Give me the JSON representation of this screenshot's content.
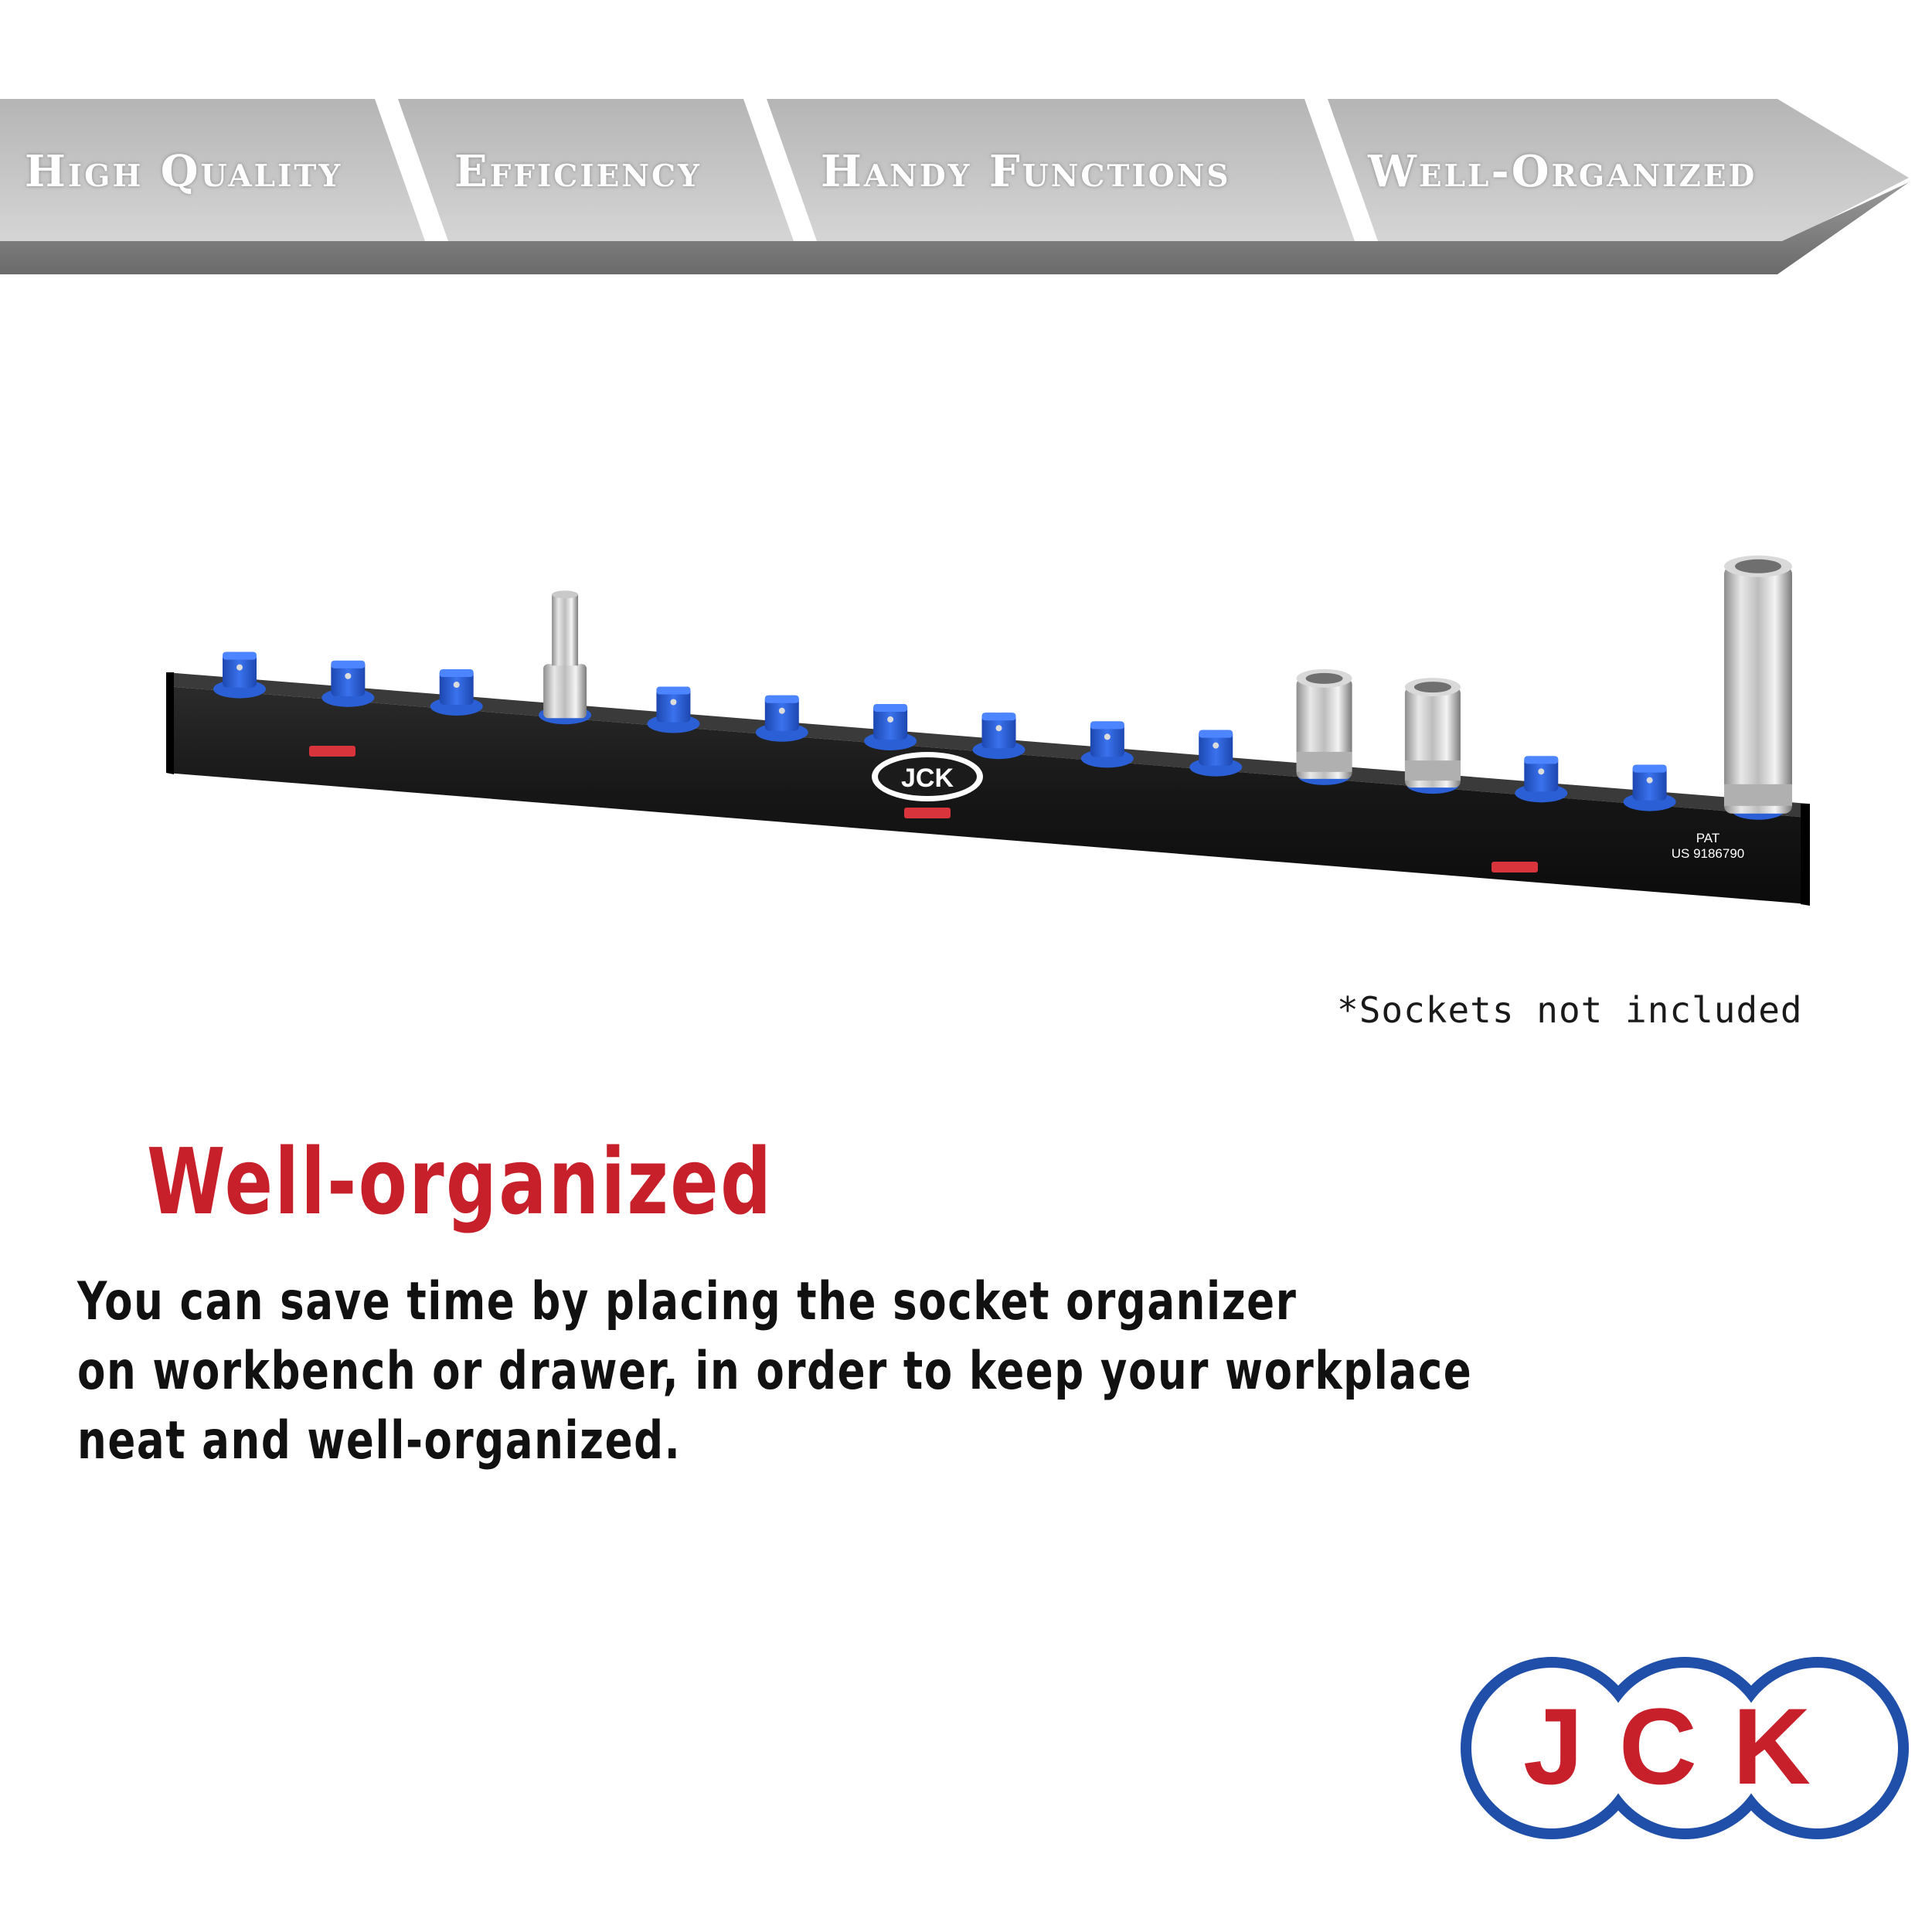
{
  "banner": {
    "tabs": [
      {
        "label": "High Quality"
      },
      {
        "label": "Efficiency"
      },
      {
        "label": "Handy Functions"
      },
      {
        "label": "Well-Organized"
      }
    ]
  },
  "product": {
    "rail_logo": "JCK",
    "patent_line1": "PAT",
    "patent_line2": "US 9186790"
  },
  "disclaimer": "*Sockets not included",
  "headline": "Well-organized",
  "description": {
    "line1": "You can save time by placing the socket organizer",
    "line2": "on workbench or drawer, in order to keep your workplace",
    "line3": "neat and well-organized."
  },
  "brand": {
    "logo_text": "JCK",
    "colors": {
      "red": "#c8202a",
      "blue": "#1f4fa8",
      "clip_blue": "#2f63d8",
      "rail": "#1b1b1b"
    }
  }
}
